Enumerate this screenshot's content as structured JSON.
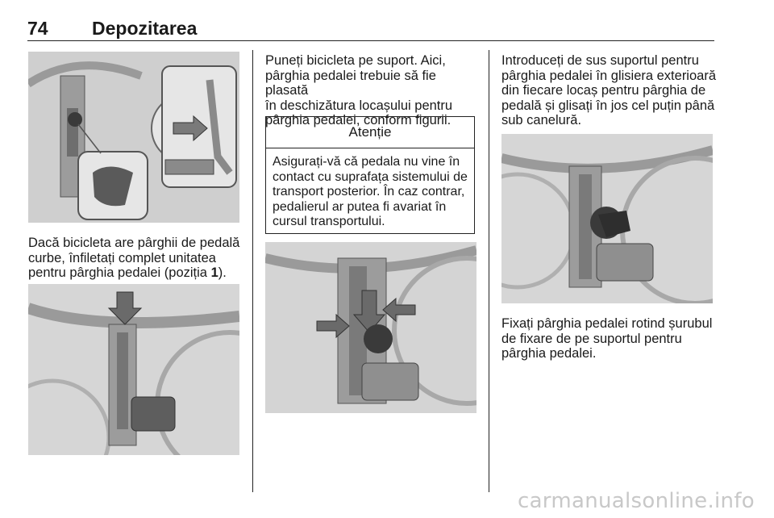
{
  "header": {
    "page_number": "74",
    "title": "Depozitarea"
  },
  "col1": {
    "para1_lines": [
      "Dacă bicicleta are pârghii de pedală",
      "curbe, înfiletați complet unitatea",
      "pentru pârghia pedalei (poziția "
    ],
    "para1_bold": "1",
    "para1_end": ")."
  },
  "col2": {
    "para_lines": [
      "Puneți bicicleta pe suport. Aici,",
      "pârghia pedalei trebuie să fie plasată",
      "în deschizătura locașului pentru",
      "pârghia pedalei, conform figurii."
    ],
    "warning_title": "Atenție",
    "warning_lines": [
      "Asigurați-vă că pedala nu vine în",
      "contact cu suprafața sistemului de",
      "transport posterior. În caz contrar,",
      "pedalierul ar putea fi avariat în",
      "cursul transportului."
    ]
  },
  "col3": {
    "para1_lines": [
      "Introduceți de sus suportul pentru",
      "pârghia pedalei în glisiera exterioară",
      "din fiecare locaș pentru pârghia de",
      "pedală și glisați în jos cel puțin până",
      "sub canelură."
    ],
    "para2_lines": [
      "Fixați pârghia pedalei rotind șurubul",
      "de fixare de pe suportul pentru",
      "pârghia pedalei."
    ]
  },
  "footer": {
    "watermark": "carmanualsonline.info"
  },
  "colors": {
    "text": "#1a1a1a",
    "figure_bg": "#d8d8d8",
    "part": "#8a8a8a",
    "dark_part": "#3a3a3a"
  }
}
